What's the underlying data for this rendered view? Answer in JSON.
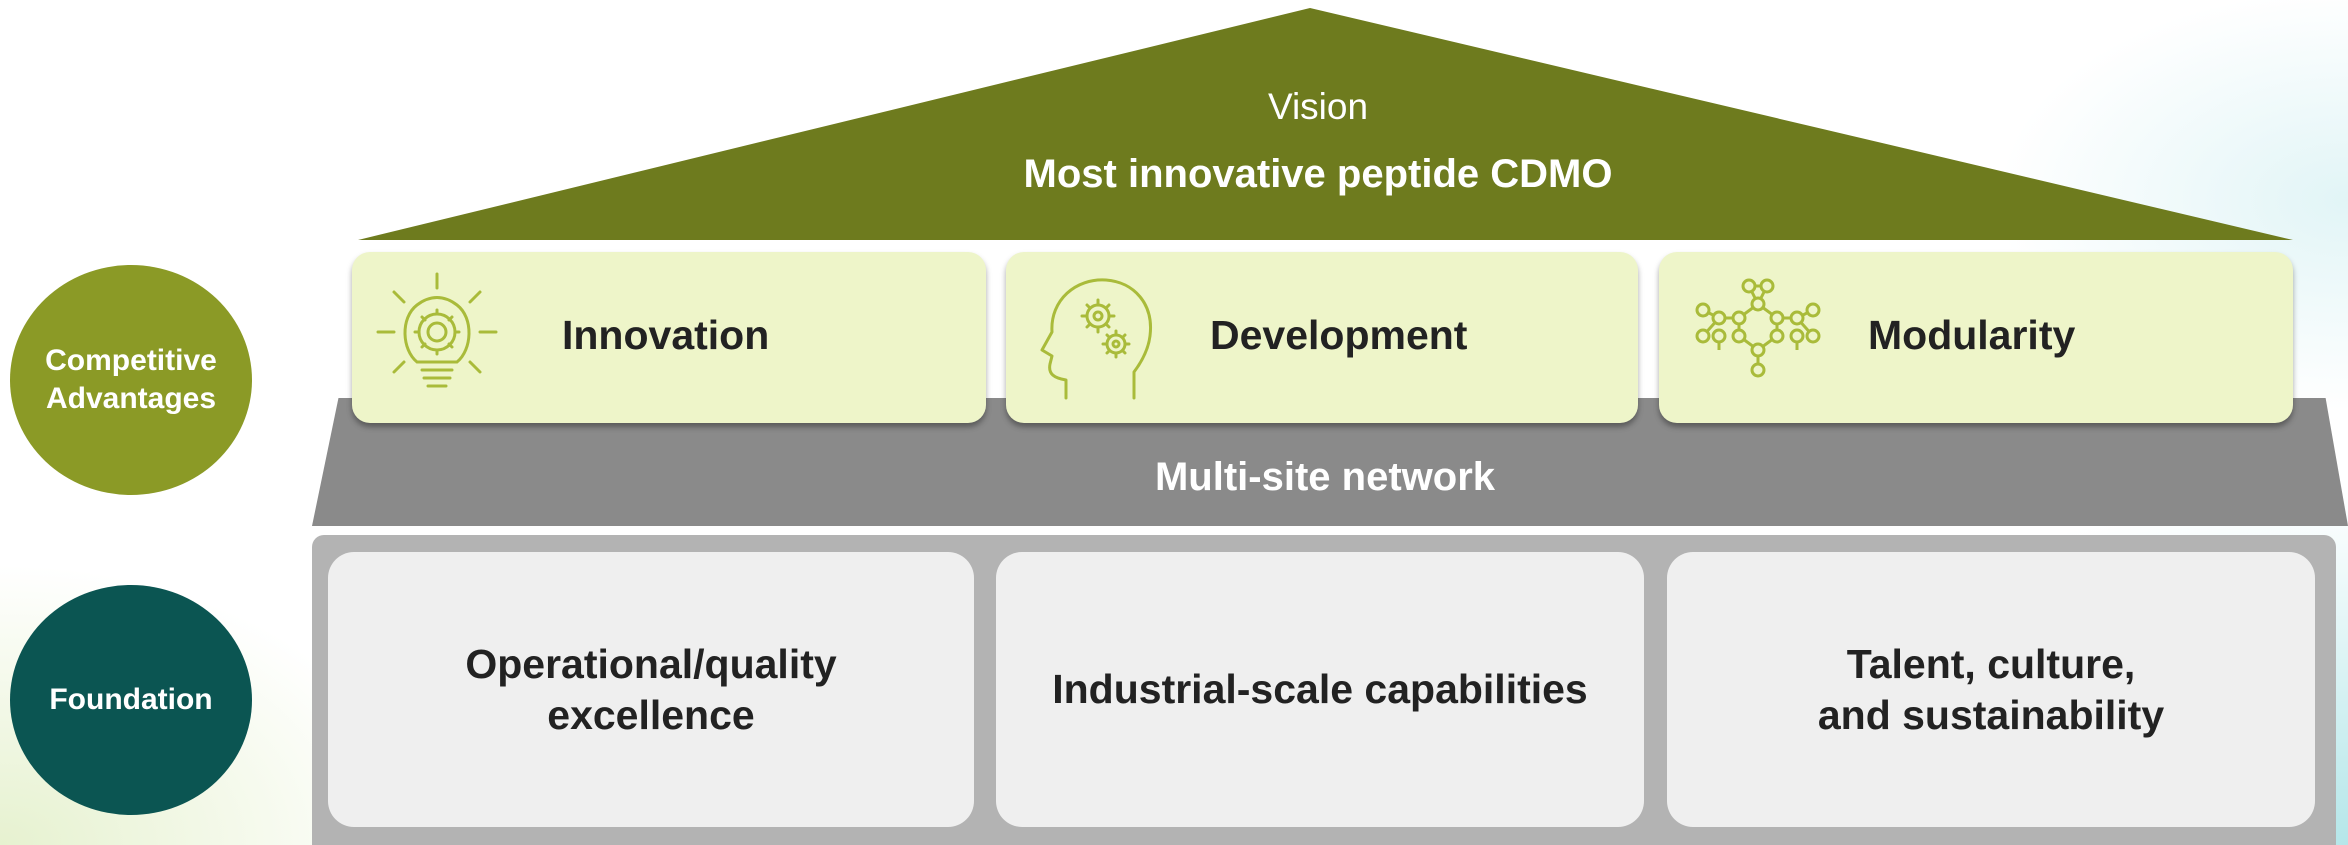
{
  "vision": {
    "label": "Vision",
    "statement": "Most innovative peptide CDMO"
  },
  "network": {
    "label": "Multi-site network"
  },
  "competitive_advantages": {
    "title": "Competitive\nAdvantages",
    "items": [
      {
        "label": "Innovation",
        "icon": "lightbulb-gear-icon"
      },
      {
        "label": "Development",
        "icon": "head-gears-icon"
      },
      {
        "label": "Modularity",
        "icon": "molecule-network-icon"
      }
    ]
  },
  "foundation": {
    "title": "Foundation",
    "items": [
      {
        "label": "Operational/quality\nexcellence"
      },
      {
        "label": "Industrial-scale capabilities"
      },
      {
        "label": "Talent, culture,\nand sustainability"
      }
    ]
  },
  "colors": {
    "roof": "#6e7b1e",
    "advantage_circle": "#8b9a26",
    "foundation_circle": "#0b5552",
    "network_band": "#8a8a8a",
    "advantage_card": "#eef5c9",
    "foundation_card": "#efefef",
    "icon_stroke": "#a9bb3a"
  }
}
